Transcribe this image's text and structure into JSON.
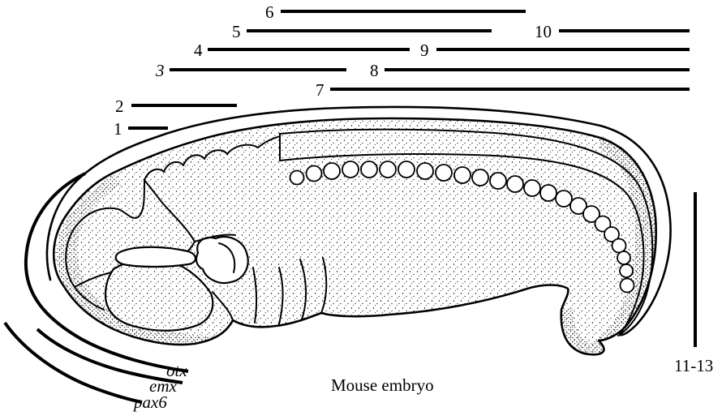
{
  "caption": "Mouse embryo",
  "expression_bars": {
    "top": [
      "1",
      "2",
      "3",
      "4",
      "5",
      "6",
      "7",
      "8",
      "9",
      "10"
    ],
    "vertical": "11-13"
  },
  "gene_domains": [
    "otx",
    "emx",
    "pax6"
  ]
}
